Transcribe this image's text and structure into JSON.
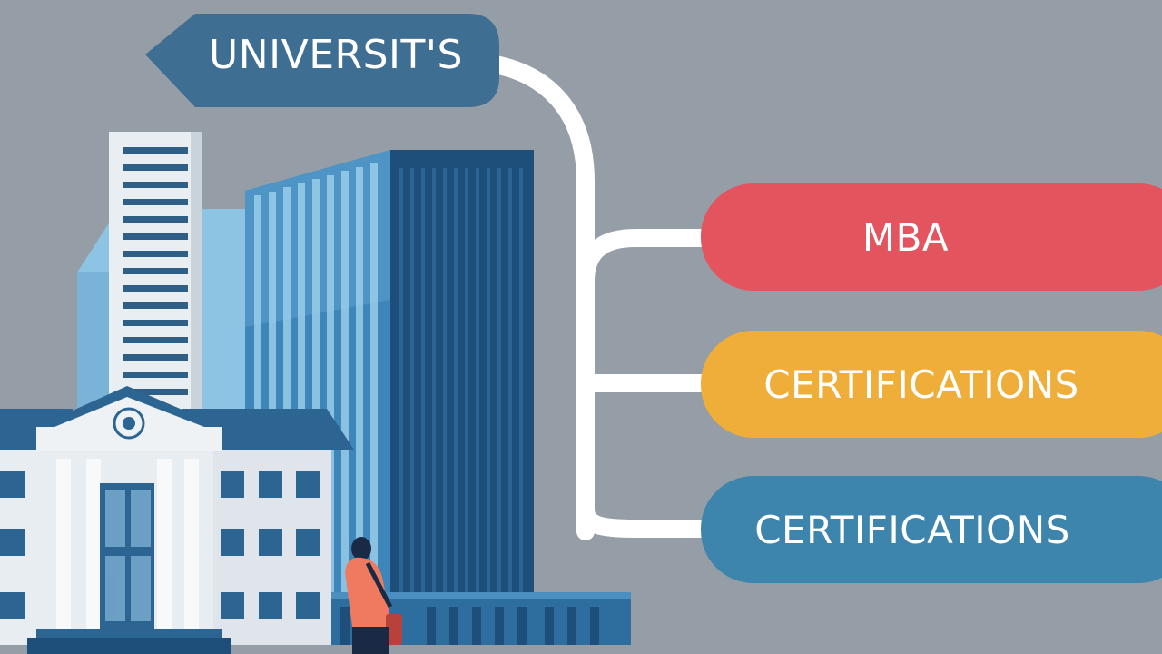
{
  "header_label": {
    "text": "UNIVERSIT'S",
    "color": "#3f6e93"
  },
  "branches": [
    {
      "text": "MBA",
      "color": "#e4545e"
    },
    {
      "text": "CERTIFICATIONS",
      "color": "#efae3a"
    },
    {
      "text": "CERTIFICATIONS",
      "color": "#3d85ac"
    }
  ],
  "colors": {
    "background": "#959ea6",
    "connector": "#ffffff"
  }
}
